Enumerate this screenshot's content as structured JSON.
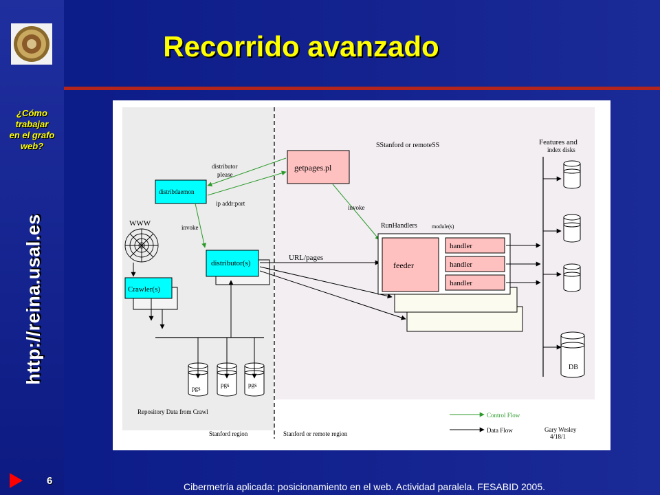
{
  "slide": {
    "title": "Recorrido avanzado",
    "sidebar_question": [
      "¿Cómo",
      "trabajar",
      "en el grafo",
      "web?"
    ],
    "sidebar_url": "http://reina.usal.es",
    "page_number": "6",
    "footer": "Cibermetría aplicada: posicionamiento en el web. Actividad paralela. FESABID 2005."
  },
  "diagram": {
    "top_label": "SStanford or remoteSS",
    "features_label": "Features and",
    "index_disks_label": "index disks",
    "www_label": "WWW",
    "distribdaemon": "distribdaemon",
    "distributor_please": [
      "distributor",
      "please"
    ],
    "ip_addr_port": "ip addr:port",
    "getpages": "getpages.pl",
    "invoke_left": "invoke",
    "invoke_right": "invoke",
    "runhandlers": "RunHandlers",
    "modules": "module(s)",
    "distributor_box": "distributor(s)",
    "url_pages": "URL/pages",
    "feeder": "feeder",
    "handlers": [
      "handler",
      "handler",
      "handler"
    ],
    "crawler": "Crawler(s)",
    "pgs_labels": [
      "pgs",
      "pgs",
      "pgs"
    ],
    "db_label": "DB",
    "repository": "Repository Data from Crawl",
    "stanford_region": "Stanford region",
    "remote_region": "Stanford or remote region",
    "legend_control": "Control Flow",
    "legend_data": "Data Flow",
    "author": "Gary Wesley",
    "date": "4/18/1"
  },
  "colors": {
    "title": "#ffff00",
    "rule": "#b3241c",
    "cyan_box": "#00ffff",
    "pink_box": "#ffc0c0",
    "control_flow": "#2a9a2a",
    "nav_arrow": "#ff0000"
  }
}
